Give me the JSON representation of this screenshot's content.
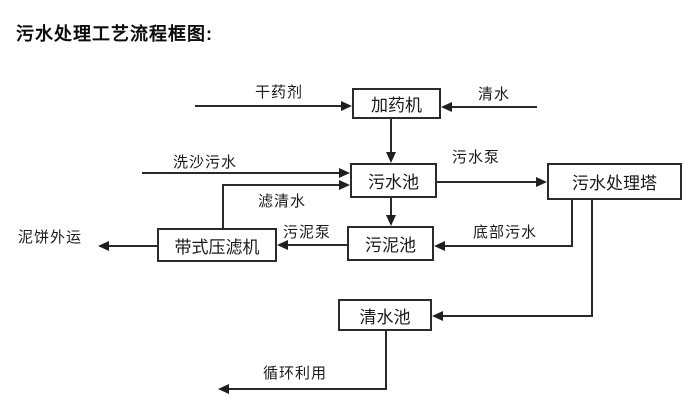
{
  "title": "污水处理工艺流程框图:",
  "colors": {
    "background": "#ffffff",
    "line": "#2a2a2a",
    "box_border": "#2b2b2b",
    "text": "#1a1a1a"
  },
  "diagram": {
    "type": "flowchart",
    "nodes": [
      {
        "id": "dosing-machine",
        "label": "加药机"
      },
      {
        "id": "sewage-pool",
        "label": "污水池"
      },
      {
        "id": "treatment-tower",
        "label": "污水处理塔"
      },
      {
        "id": "sludge-pool",
        "label": "污泥池"
      },
      {
        "id": "belt-filter-press",
        "label": "带式压滤机"
      },
      {
        "id": "clean-water-pool",
        "label": "清水池"
      }
    ],
    "flow_labels": [
      {
        "id": "dry-agent",
        "label": "干药剂"
      },
      {
        "id": "clean-water",
        "label": "清水"
      },
      {
        "id": "sand-washing-sewage",
        "label": "洗沙污水"
      },
      {
        "id": "sewage-pump",
        "label": "污水泵"
      },
      {
        "id": "filtered-water",
        "label": "滤清水"
      },
      {
        "id": "sludge-pump",
        "label": "污泥泵"
      },
      {
        "id": "bottom-sewage",
        "label": "底部污水"
      },
      {
        "id": "mud-cake-transport",
        "label": "泥饼外运"
      },
      {
        "id": "recycling",
        "label": "循环利用"
      }
    ],
    "edges": [
      {
        "from": "dry-agent-input",
        "to": "dosing-machine",
        "label": "干药剂"
      },
      {
        "from": "clean-water-input",
        "to": "dosing-machine",
        "label": "清水"
      },
      {
        "from": "dosing-machine",
        "to": "sewage-pool",
        "label": ""
      },
      {
        "from": "sand-washing-input",
        "to": "sewage-pool",
        "label": "洗沙污水"
      },
      {
        "from": "belt-filter-press",
        "to": "sewage-pool",
        "label": "滤清水"
      },
      {
        "from": "sewage-pool",
        "to": "treatment-tower",
        "label": "污水泵"
      },
      {
        "from": "sewage-pool",
        "to": "sludge-pool",
        "label": ""
      },
      {
        "from": "treatment-tower",
        "to": "sludge-pool",
        "label": "底部污水"
      },
      {
        "from": "treatment-tower",
        "to": "clean-water-pool",
        "label": ""
      },
      {
        "from": "sludge-pool",
        "to": "belt-filter-press",
        "label": "污泥泵"
      },
      {
        "from": "belt-filter-press",
        "to": "mud-cake-out",
        "label": "泥饼外运"
      },
      {
        "from": "clean-water-pool",
        "to": "recycle-out",
        "label": "循环利用"
      }
    ]
  }
}
